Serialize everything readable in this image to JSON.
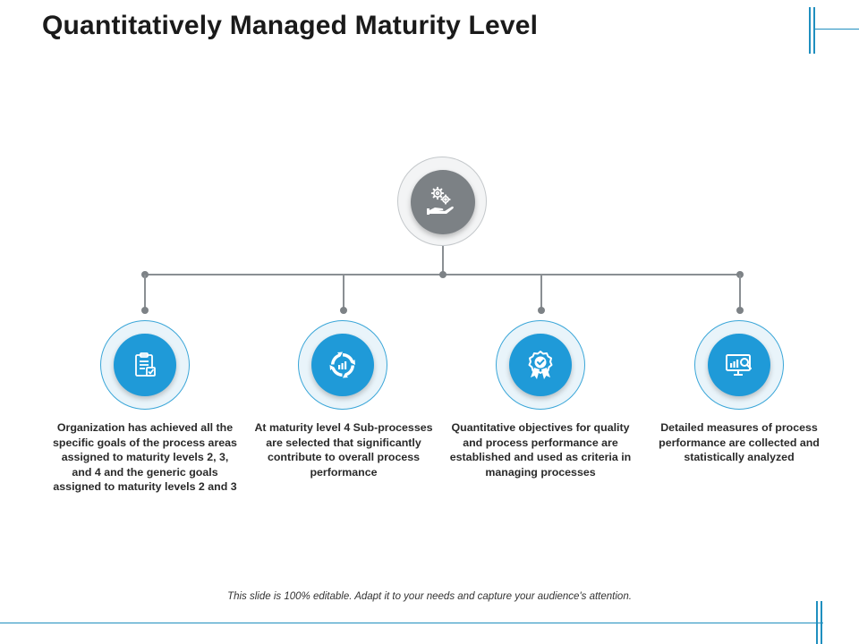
{
  "title": "Quantitatively Managed Maturity Level",
  "center": {
    "icon": "gears-in-hand-icon"
  },
  "steps": [
    {
      "icon": "clipboard-check-icon",
      "text": "Organization has achieved all the specific goals of the process areas assigned to maturity levels 2, 3, and 4 and the generic goals assigned to maturity levels 2 and 3"
    },
    {
      "icon": "cycle-chart-icon",
      "text": "At maturity level 4 Sub-processes are selected that significantly contribute to overall process performance"
    },
    {
      "icon": "award-badge-icon",
      "text": "Quantitative objectives for quality and process performance are established and used as criteria in managing processes"
    },
    {
      "icon": "monitor-analytics-icon",
      "text": "Detailed measures of process performance are collected and statistically analyzed"
    }
  ],
  "footer": "This slide is 100% editable. Adapt it to your needs and capture your audience's attention.",
  "colors": {
    "accent": "#1f9ad8",
    "center": "#7c8185",
    "connector": "#8a8f93"
  }
}
